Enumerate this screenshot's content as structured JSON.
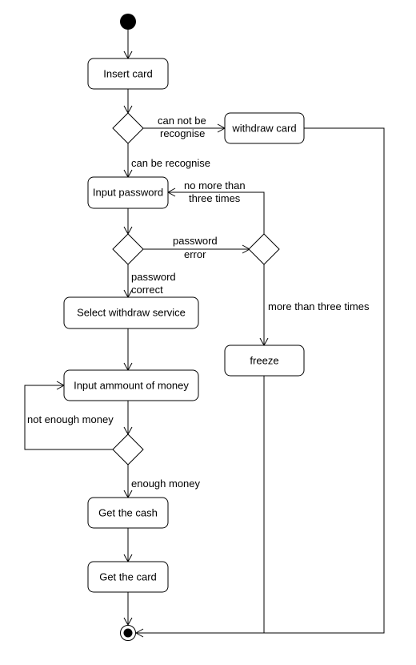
{
  "nodes": {
    "insert_card": "Insert card",
    "withdraw_card": "withdraw card",
    "input_password": "Input password",
    "select_withdraw_service": "Select withdraw service",
    "freeze": "freeze",
    "input_amount": "Input ammount of money",
    "get_cash": "Get the cash",
    "get_card": "Get the card"
  },
  "labels": {
    "can_not_recognise_1": "can not be",
    "can_not_recognise_2": "recognise",
    "can_be_recognise": "can be recognise",
    "no_more_than_1": "no more than",
    "no_more_than_2": "three times",
    "password_error_1": "password",
    "password_error_2": "error",
    "password_correct_1": "password",
    "password_correct_2": "correct",
    "more_than_three": "more than three times",
    "not_enough_money": "not enough money",
    "enough_money": "enough money"
  }
}
